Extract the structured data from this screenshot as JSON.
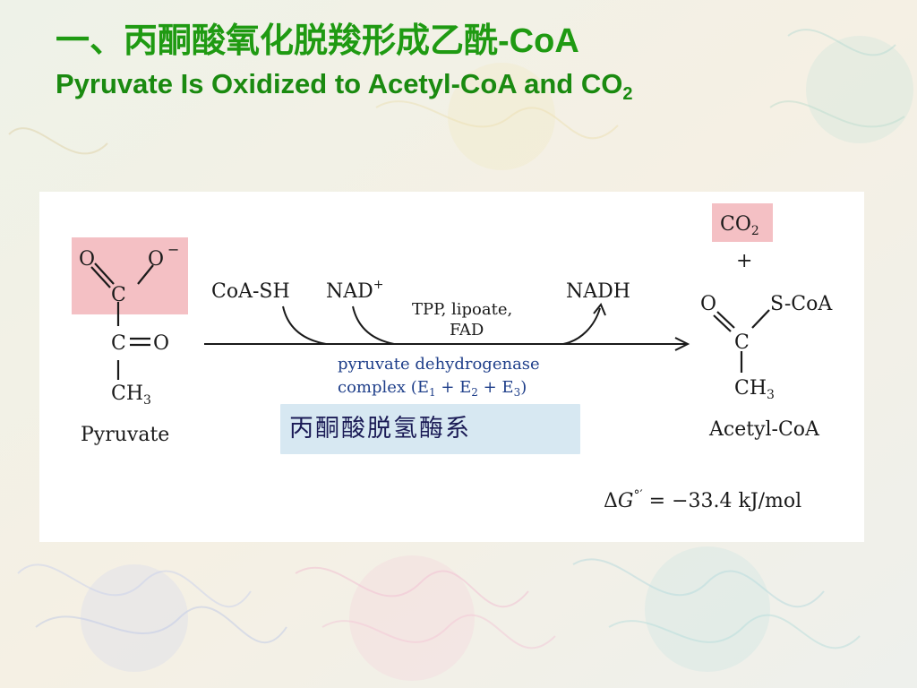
{
  "title": {
    "cn_prefix": "一、丙酮酸氧化脱羧形成乙酰",
    "cn_suffix": "-CoA",
    "en_main": "Pyruvate Is Oxidized to Acetyl-CoA and CO",
    "en_sub": "2"
  },
  "diagram": {
    "pyruvate": {
      "o_left": "O",
      "o_right": "O",
      "charge": "−",
      "c_top": "C",
      "c_mid": "C",
      "eq_o": "O",
      "ch3": "CH",
      "ch3_sub": "3",
      "name": "Pyruvate"
    },
    "inputs": {
      "coash": "CoA-SH",
      "nad": "NAD",
      "nad_sup": "+"
    },
    "cofactors_line1": "TPP, lipoate,",
    "cofactors_line2": "FAD",
    "output_nadh": "NADH",
    "enzyme_line1": "pyruvate dehydrogenase",
    "enzyme_line2_a": "complex (E",
    "enzyme_e1": "1",
    "enzyme_plus1": " + E",
    "enzyme_e2": "2",
    "enzyme_plus2": " +  E",
    "enzyme_e3": "3",
    "enzyme_close": ")",
    "enzyme_cn": "丙酮酸脱氢酶系",
    "co2": "CO",
    "co2_sub": "2",
    "plus": "+",
    "acetyl": {
      "o": "O",
      "scoa": "S-CoA",
      "c": "C",
      "ch3": "CH",
      "ch3_sub": "3",
      "name": "Acetyl-CoA"
    },
    "delta_g": {
      "delta": "Δ",
      "g": "G",
      "prime": "°′",
      "value": " = −33.4 kJ/mol"
    }
  },
  "colors": {
    "title_green": "#1f9a12",
    "highlight_pink": "#f4c0c4",
    "enzyme_blue": "#1f3f8a",
    "label_bg": "#d7e8f2"
  }
}
